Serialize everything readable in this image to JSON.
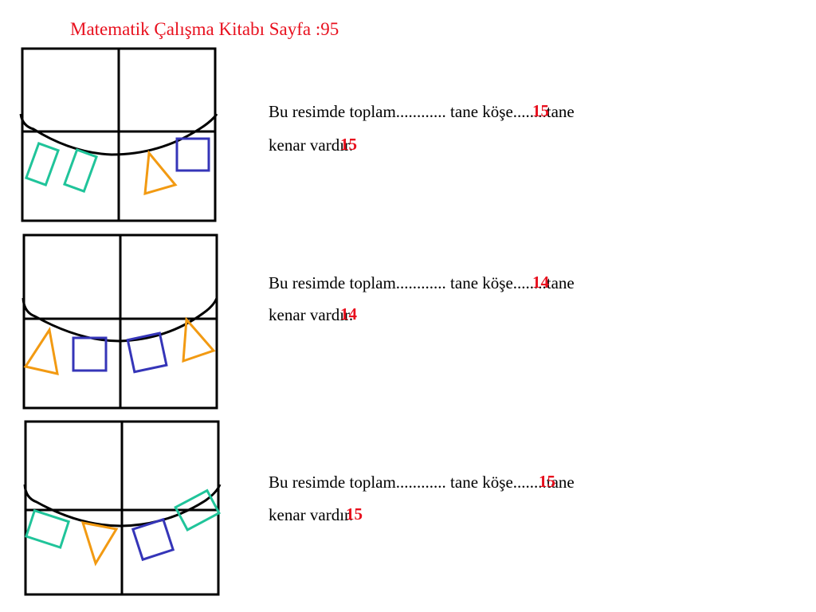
{
  "title": "Matematik Çalışma Kitabı Sayfa :95",
  "colors": {
    "title": "#e8101e",
    "answer": "#e8101e",
    "teal": "#20c49a",
    "orange": "#f29a12",
    "blue": "#3535b8"
  },
  "exercises": [
    {
      "line1": "Bu resimde toplam............ tane köşe........tane",
      "line2": "kenar vardır.",
      "corner_answer": "15",
      "edge_answer": "15"
    },
    {
      "line1": "Bu resimde toplam............ tane köşe........tane",
      "line2": "kenar vardır.",
      "corner_answer": "14",
      "edge_answer": "14"
    },
    {
      "line1": "Bu resimde toplam............ tane köşe........tane",
      "line2": "kenar vardır.",
      "corner_answer": "15",
      "edge_answer": "15"
    }
  ]
}
